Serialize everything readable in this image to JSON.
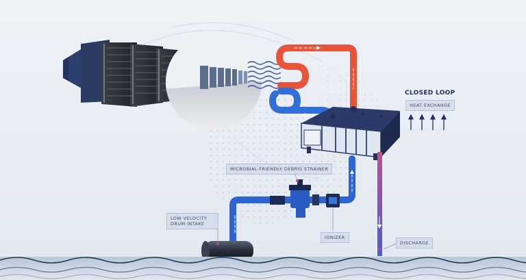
{
  "labels": {
    "closed_loop": "CLOSED LOOP",
    "heat_exchange": "HEAT EXCHANGE",
    "strainer": "MICROBIAL-FRIENDLY DEBRIS STRAINER",
    "intake": "LOW VELOCITY DRUM INTAKE",
    "ionizer": "IONIZER",
    "discharge": "DISCHARGE"
  },
  "colors": {
    "hot_pipe": "#e8543a",
    "cold_pipe": "#2f6fd6",
    "intake_pipe": "#2d64d2",
    "discharge_gradient_top": "#c0508e",
    "discharge_gradient_bottom": "#4a5cd0",
    "server_rack": "#2a3a5c",
    "water": "#1f3556",
    "background": "#e9eef4"
  }
}
